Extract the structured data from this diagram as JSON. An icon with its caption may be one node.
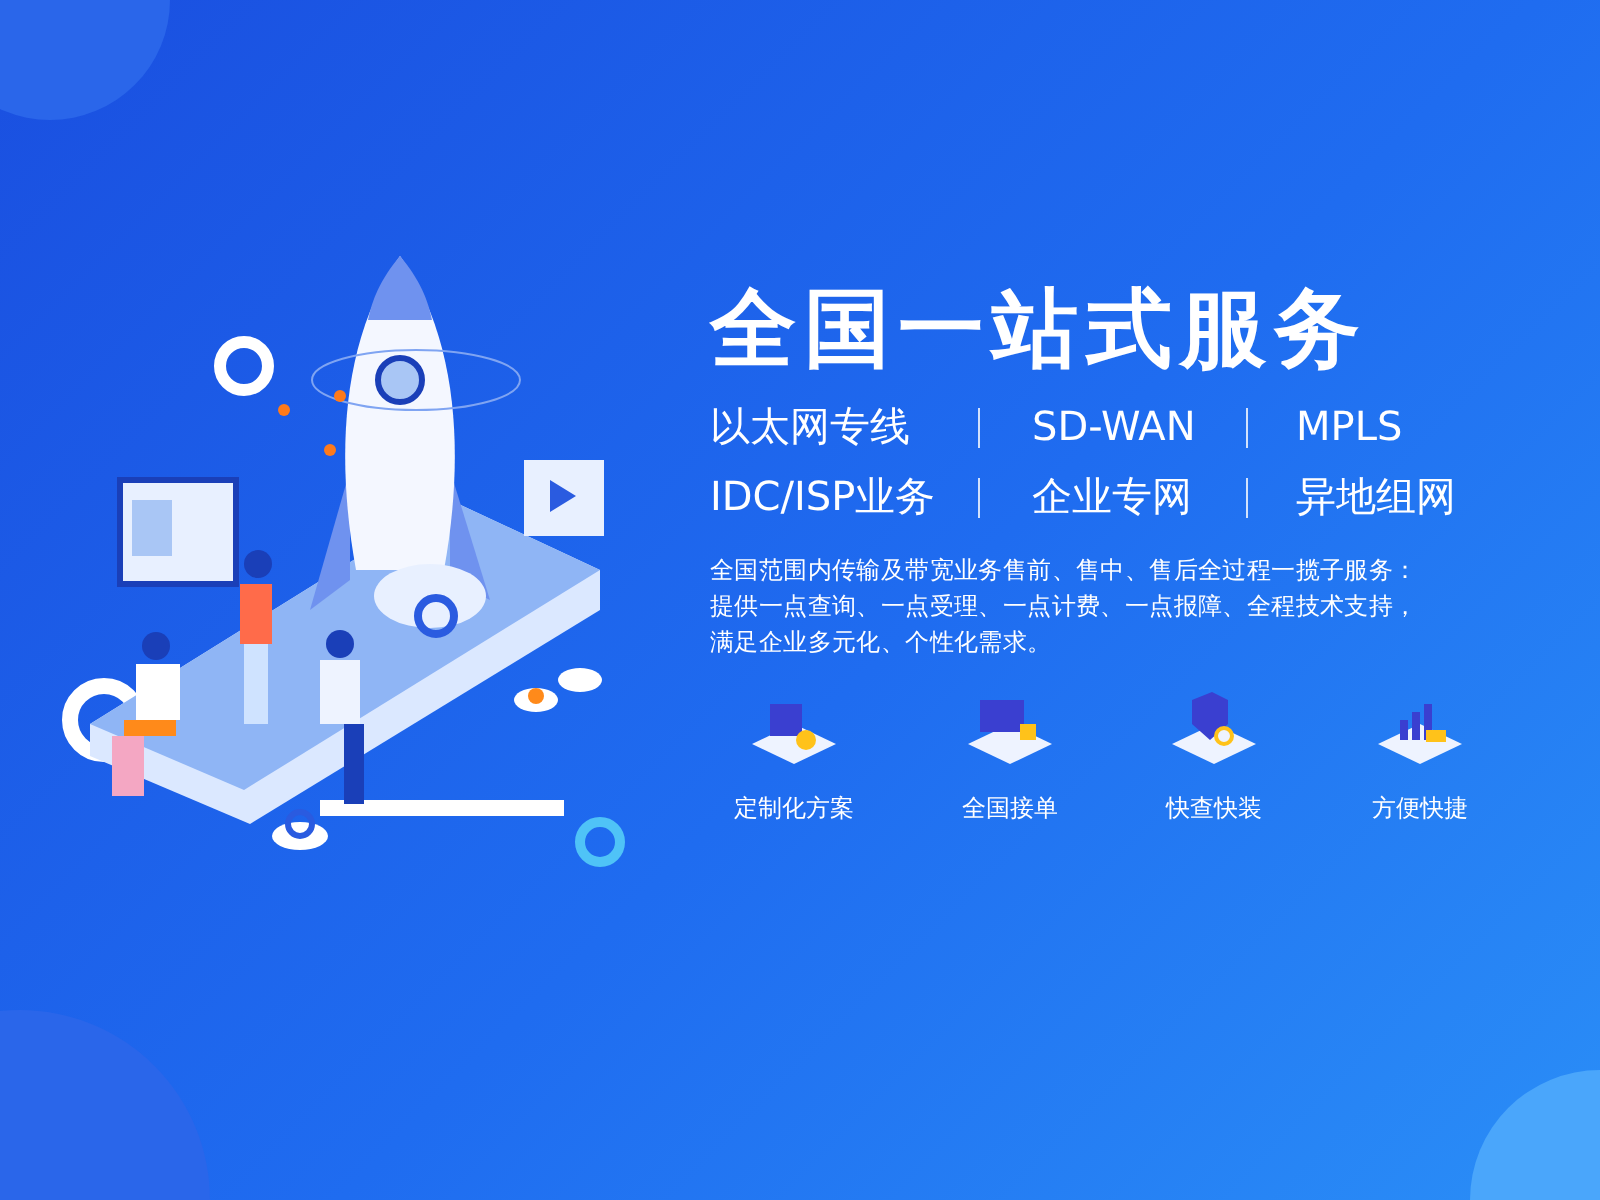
{
  "diagram": {
    "title": "全国一站式服务",
    "labels": [
      "以太网专线",
      "SD-WAN",
      "MPLS",
      "IDC/ISP业务",
      "企业专网",
      "异地组网",
      "全国范围内传输及带宽业务售前、售中、售后全过程一揽子服务：提供一点查询、一点受理、一点计费、一点报障、全程技术支持，满足企业多元化、个性化需求。",
      "定制化方案",
      "全国接单",
      "快查快装",
      "方便快捷"
    ]
  }
}
